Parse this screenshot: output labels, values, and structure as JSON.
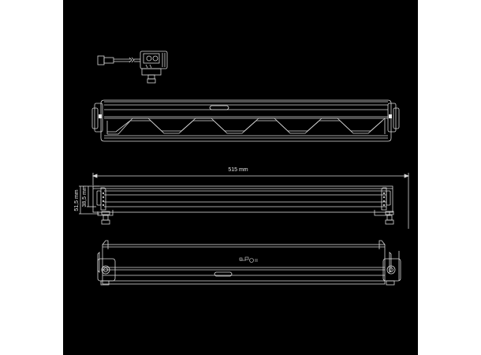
{
  "drawing": {
    "background": "#000000",
    "page_background": "#ffffff",
    "line_color": "#d9d9d9",
    "views": [
      {
        "name": "connector-detail",
        "label": ""
      },
      {
        "name": "top-view",
        "label": ""
      },
      {
        "name": "side-view",
        "label": ""
      },
      {
        "name": "rear-view",
        "label": ""
      }
    ],
    "dimensions": {
      "length": "515 mm",
      "total_height": "51,5 mm",
      "body_height": "38,5 mm"
    },
    "icons": {
      "connector": "plug-connector-icon",
      "mount_bolt": "bolt-icon",
      "mount_hole": "mounting-hole-icon"
    }
  }
}
